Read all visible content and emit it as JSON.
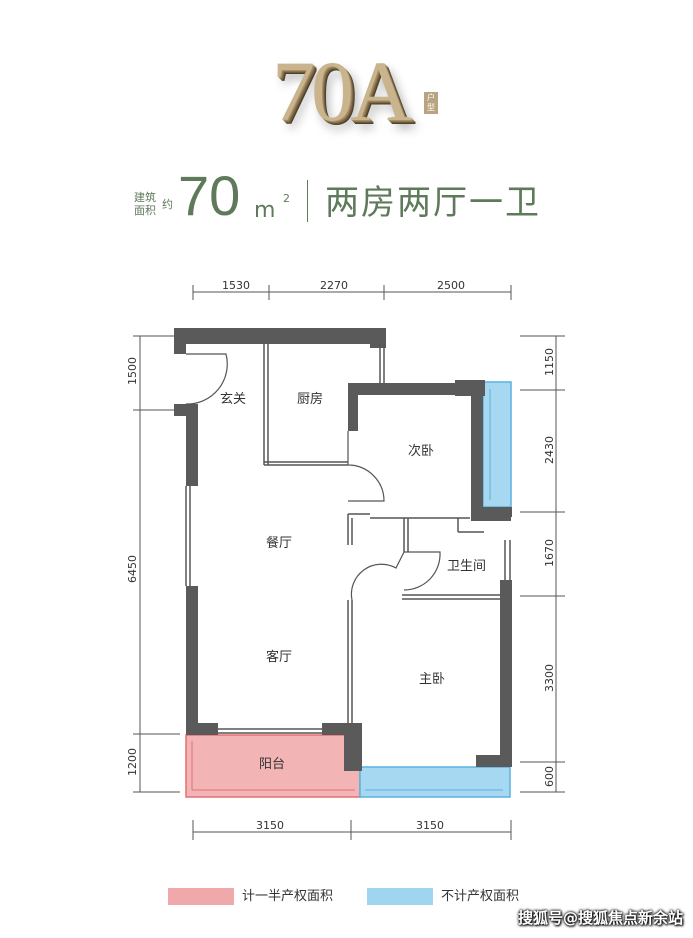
{
  "header": {
    "model": "70A",
    "model_suffix": "户型",
    "area_label_line1": "建筑",
    "area_label_line2": "面积",
    "area_qualifier": "约",
    "area_value": "70",
    "area_unit": "m",
    "area_unit_power": "2",
    "layout": "两房两厅一卫"
  },
  "dimensions": {
    "top": [
      "1530",
      "2270",
      "2500"
    ],
    "left": [
      "1500",
      "6450",
      "1200"
    ],
    "right": [
      "1150",
      "2430",
      "1670",
      "3300",
      "600"
    ],
    "bottom": [
      "3150",
      "3150"
    ]
  },
  "rooms": {
    "entrance": "玄关",
    "kitchen": "厨房",
    "second_bedroom": "次卧",
    "dining": "餐厅",
    "bathroom": "卫生间",
    "living": "客厅",
    "master_bedroom": "主卧",
    "balcony": "阳台"
  },
  "legend": [
    {
      "label": "计一半产权面积",
      "color": "#f0a9ab"
    },
    {
      "label": "不计产权面积",
      "color": "#9fd5ef"
    }
  ],
  "colors": {
    "wall": "#5a5a5a",
    "half_area": "#f2b4b5",
    "no_area": "#a6d8f2",
    "title_green": "#5e7a5a"
  },
  "watermark": "搜狐号@搜狐焦点新余站"
}
